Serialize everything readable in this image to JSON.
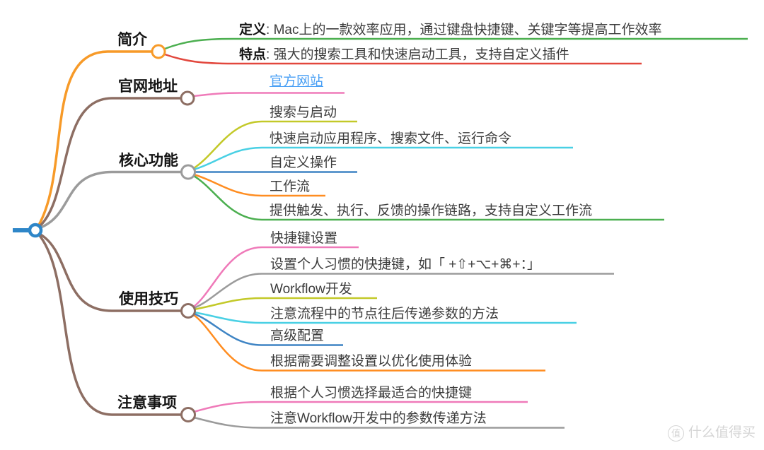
{
  "mindmap": {
    "title_hint": "Alfred 效率应用思维导图",
    "root_color": "#2e86c8",
    "branches": [
      {
        "label": "简介",
        "color": "#f79a28",
        "children": [
          {
            "prefix": "定义",
            "text": ": Mac上的一款效率应用，通过键盘快捷键、关键字等提高工作效率",
            "color": "#4caf50"
          },
          {
            "prefix": "特点",
            "text": ": 强大的搜索工具和快速启动工具，支持自定义插件",
            "color": "#e2473d"
          }
        ]
      },
      {
        "label": "官网地址",
        "color": "#8d6e63",
        "children": [
          {
            "text": "官方网站",
            "color": "#ef7ab9",
            "is_link": true,
            "link_color": "#4aa0f5"
          }
        ]
      },
      {
        "label": "核心功能",
        "color": "#9b9b9b",
        "children": [
          {
            "text": "搜索与启动",
            "color": "#c3c929"
          },
          {
            "text": "快速启动应用程序、搜索文件、运行命令",
            "color": "#49d0e4"
          },
          {
            "text": "自定义操作",
            "color": "#3e84c4"
          },
          {
            "text": "工作流",
            "color": "#ff8d21"
          },
          {
            "text": "提供触发、执行、反馈的操作链路，支持自定义工作流",
            "color": "#4caf50"
          }
        ]
      },
      {
        "label": "使用技巧",
        "color": "#8d6e63",
        "children": [
          {
            "text": "快捷键设置",
            "color": "#ef7ab9"
          },
          {
            "text": "设置个人习惯的快捷键，如「 +⇧+⌥+⌘+：」",
            "color": "#9b9b9b"
          },
          {
            "text": "Workflow开发",
            "color": "#c3c929"
          },
          {
            "text": "注意流程中的节点往后传递参数的方法",
            "color": "#49d0e4"
          },
          {
            "text": "高级配置",
            "color": "#3e84c4"
          },
          {
            "text": "根据需要调整设置以优化使用体验",
            "color": "#ff8d21"
          }
        ]
      },
      {
        "label": "注意事项",
        "color": "#8d6e63",
        "children": [
          {
            "text": "根据个人习惯选择最适合的快捷键",
            "color": "#ef7ab9"
          },
          {
            "text": "注意Workflow开发中的参数传递方法",
            "color": "#9b9b9b"
          }
        ]
      }
    ]
  },
  "watermark": {
    "logo_char": "值",
    "text": "什么值得买"
  }
}
